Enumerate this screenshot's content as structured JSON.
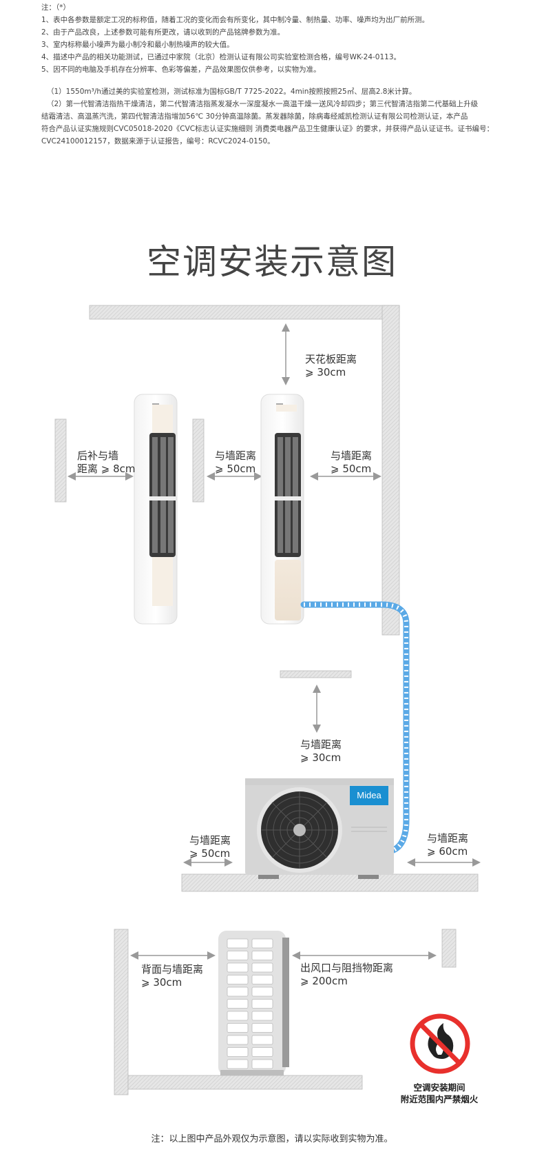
{
  "notes": {
    "header": "注：（*）",
    "items": [
      "1、表中各参数是额定工况的标称值，随着工况的变化而会有所变化，其中制冷量、制热量、功率、噪声均为出厂前所测。",
      "2、由于产品改良，上述参数可能有所更改，请以收到的产品铭牌参数为准。",
      "3、室内标称最小噪声为最小制冷和最小制热噪声的较大值。",
      "4、描述中产品的相关功能测试，已通过中家院（北京）检测认证有限公司实验室检测合格，编号WK-24-0113。",
      "5、因不同的电脑及手机存在分辨率、色彩等偏差，产品效果图仅供参考，以实物为准。"
    ],
    "para1": "（1）1550m³/h通过美的实验室检测，测试标准为国标GB/T 7725-2022。4min按照按照25㎡、层高2.8米计算。",
    "para2_lines": [
      "（2）第一代智清洁指热干燥清洁，第二代智清洁指蒸发凝水一深度凝水一高温干燥一送风冷却四步；第三代智清洁指第二代基础上升级",
      "结霜清洁、高温蒸汽洗，第四代智清洁指增加56℃ 30分钟高温除菌。蒸发器除菌，除病毒经威凯检测认证有限公司检测认证，本产品",
      "符合产品认证实施规则CVC05018-2020《CVC标志认证实施细则 消费类电器产品卫生健康认证》的要求，并获得产品认证证书。证书编号：",
      "CVC24100012157，数据来源于认证报告，编号：RCVC2024-0150。"
    ]
  },
  "diagram": {
    "title": "空调安装示意图",
    "labels": {
      "ceiling": [
        "天花板距离",
        "⩾ 30cm"
      ],
      "rear_wall": [
        "后补与墙",
        "距离 ⩾ 8cm"
      ],
      "side_wall_mid": [
        "与墙距离",
        "⩾ 50cm"
      ],
      "side_wall_right": [
        "与墙距离",
        "⩾ 50cm"
      ],
      "outdoor_top": [
        "与墙距离",
        "⩾ 30cm"
      ],
      "outdoor_left": [
        "与墙距离",
        "⩾ 50cm"
      ],
      "outdoor_right": [
        "与墙距离",
        "⩾ 60cm"
      ],
      "back_wall": [
        "背面与墙距离",
        "⩾ 30cm"
      ],
      "outlet": [
        "出风口与阻挡物距离",
        "⩾ 200cm"
      ]
    },
    "brand": "Midea",
    "warning": [
      "空调安装期间",
      "附近范围内严禁烟火"
    ],
    "colors": {
      "pipe": "#5aa9e6",
      "wall": "#d9d9d9",
      "brand": "#1a8fd1",
      "warning_red": "#e8302c"
    }
  },
  "footnote": "注：以上图中产品外观仅为示意图，请以实际收到实物为准。"
}
